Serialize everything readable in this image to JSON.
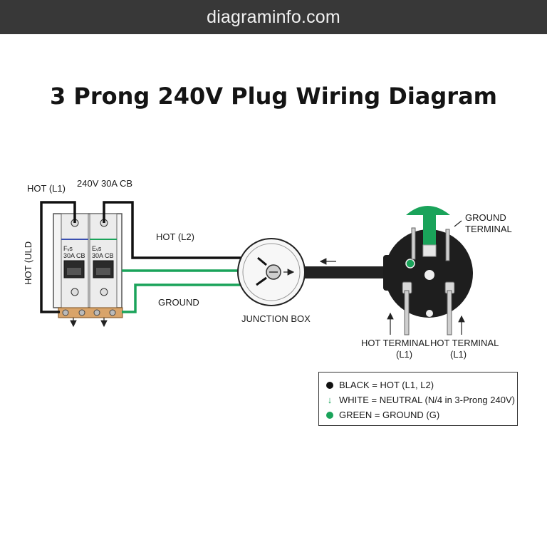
{
  "header": {
    "site_name": "diagraminfo.com"
  },
  "title": "3 Prong 240V Plug Wiring Diagram",
  "labels": {
    "hot_l1_top": "HOT (L1)",
    "breaker_rating": "240V 30A CB",
    "hot_side": "HOT (ULD",
    "hot_l2": "HOT (L2)",
    "ground": "GROUND",
    "junction_box": "JUNCTION BOX",
    "ground_terminal_line1": "GROUND",
    "ground_terminal_line2": "TERMINAL",
    "hot_terminal_left_line1": "HOT TERMINAL",
    "hot_terminal_left_line2": "(L1)",
    "hot_terminal_right_line1": "HOT TERMINAL",
    "hot_terminal_right_line2": "(L1)"
  },
  "breaker": {
    "left_text_line1": "Fᵥs",
    "left_text_line2": "30A CB",
    "right_text_line1": "Eᵥs",
    "right_text_line2": "30A CB"
  },
  "legend": {
    "items": [
      {
        "text": "BLACK = HOT (L1, L2)",
        "symbol": "dot",
        "color": "#111111"
      },
      {
        "text": "WHITE = NEUTRAL (N/4 in 3-Prong 240V)",
        "symbol": "arrow",
        "color": "#1aa35a"
      },
      {
        "text": "GREEN = GROUND (G)",
        "symbol": "dot",
        "color": "#1aa35a"
      }
    ]
  },
  "colors": {
    "hot_wire": "#111111",
    "ground_wire": "#1aa35a",
    "header_bg": "#383838"
  }
}
